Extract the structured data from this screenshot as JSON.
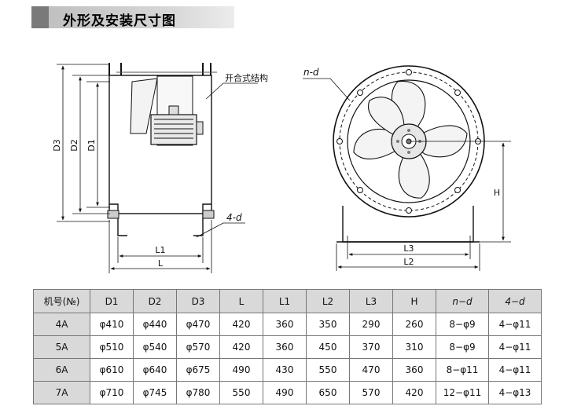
{
  "title": "外形及安装尺寸图",
  "drawing": {
    "label_open_structure": "开合式结构",
    "label_4d": "4-d",
    "label_nd": "n-d",
    "dims_side": [
      "D3",
      "D2",
      "D1",
      "L1",
      "L"
    ],
    "dims_front": [
      "H",
      "L3",
      "L2"
    ]
  },
  "table": {
    "headers": [
      "机号(№)",
      "D1",
      "D2",
      "D3",
      "L",
      "L1",
      "L2",
      "L3",
      "H",
      "n−d",
      "4−d"
    ],
    "rows": [
      [
        "4A",
        "φ410",
        "φ440",
        "φ470",
        "420",
        "360",
        "350",
        "290",
        "260",
        "8−φ9",
        "4−φ11"
      ],
      [
        "5A",
        "φ510",
        "φ540",
        "φ570",
        "420",
        "360",
        "450",
        "370",
        "310",
        "8−φ9",
        "4−φ11"
      ],
      [
        "6A",
        "φ610",
        "φ640",
        "φ675",
        "490",
        "430",
        "550",
        "470",
        "360",
        "8−φ11",
        "4−φ11"
      ],
      [
        "7A",
        "φ710",
        "φ745",
        "φ780",
        "550",
        "490",
        "650",
        "570",
        "420",
        "12−φ11",
        "4−φ13"
      ]
    ]
  }
}
